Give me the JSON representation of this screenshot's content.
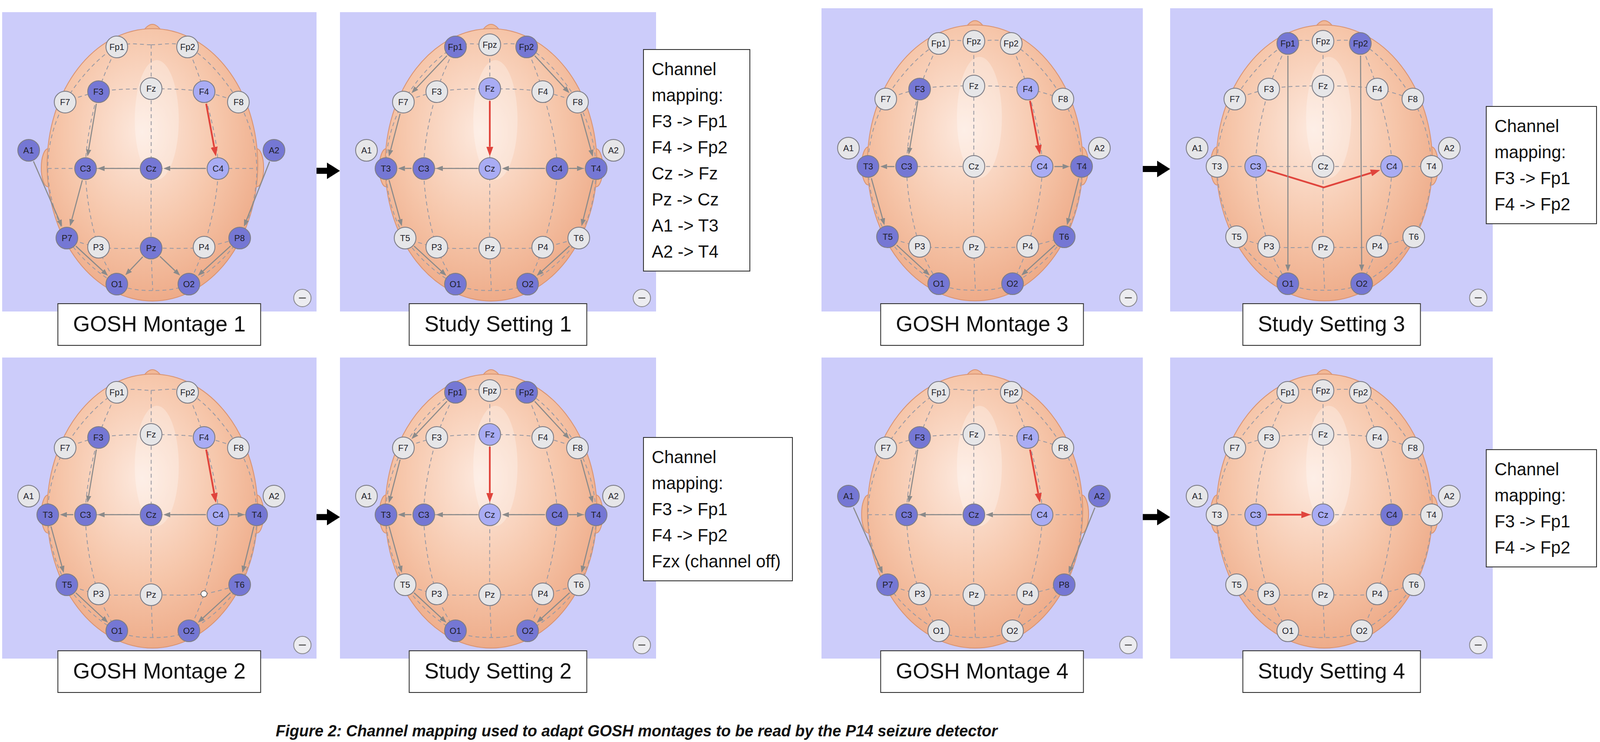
{
  "diagram": {
    "caption": "Figure 2: Channel mapping used to adapt GOSH montages to be read by the P14 seizure detector",
    "nodes": [
      {
        "text": [
          "GOSH Montage 1"
        ]
      },
      {
        "text": [
          "Fp1"
        ],
        "in": 0
      },
      {
        "text": [
          "Fp2"
        ],
        "in": 0
      },
      {
        "text": [
          "F7"
        ],
        "in": 0
      },
      {
        "text": [
          "F3"
        ],
        "in": 0
      },
      {
        "text": [
          "Fz"
        ],
        "in": 0
      },
      {
        "text": [
          "F4"
        ],
        "in": 0
      },
      {
        "text": [
          "F8"
        ],
        "in": 0
      },
      {
        "text": [
          "A1"
        ],
        "in": 0
      },
      {
        "text": [
          "C3"
        ],
        "in": 0
      },
      {
        "text": [
          "Cz"
        ],
        "in": 0
      },
      {
        "text": [
          "C4"
        ],
        "in": 0
      },
      {
        "text": [
          "A2"
        ],
        "in": 0
      },
      {
        "text": [
          "P7"
        ],
        "in": 0
      },
      {
        "text": [
          "P3"
        ],
        "in": 0
      },
      {
        "text": [
          "Pz"
        ],
        "in": 0
      },
      {
        "text": [
          "P4"
        ],
        "in": 0
      },
      {
        "text": [
          "P8"
        ],
        "in": 0
      },
      {
        "text": [
          "O1"
        ],
        "in": 0
      },
      {
        "text": [
          "O2"
        ],
        "in": 0
      },
      {
        "text": [
          "Study Setting 1"
        ]
      },
      {
        "text": [
          "Fp1"
        ],
        "in": 20
      },
      {
        "text": [
          "Fpz"
        ],
        "in": 20
      },
      {
        "text": [
          "Fp2"
        ],
        "in": 20
      },
      {
        "text": [
          "F7"
        ],
        "in": 20
      },
      {
        "text": [
          "F3"
        ],
        "in": 20
      },
      {
        "text": [
          "Fz"
        ],
        "in": 20
      },
      {
        "text": [
          "F4"
        ],
        "in": 20
      },
      {
        "text": [
          "F8"
        ],
        "in": 20
      },
      {
        "text": [
          "A1"
        ],
        "in": 20
      },
      {
        "text": [
          "T3"
        ],
        "in": 20
      },
      {
        "text": [
          "C3"
        ],
        "in": 20
      },
      {
        "text": [
          "Cz"
        ],
        "in": 20
      },
      {
        "text": [
          "C4"
        ],
        "in": 20
      },
      {
        "text": [
          "T4"
        ],
        "in": 20
      },
      {
        "text": [
          "A2"
        ],
        "in": 20
      },
      {
        "text": [
          "T5"
        ],
        "in": 20
      },
      {
        "text": [
          "P3"
        ],
        "in": 20
      },
      {
        "text": [
          "Pz"
        ],
        "in": 20
      },
      {
        "text": [
          "P4"
        ],
        "in": 20
      },
      {
        "text": [
          "T6"
        ],
        "in": 20
      },
      {
        "text": [
          "O1"
        ],
        "in": 20
      },
      {
        "text": [
          "O2"
        ],
        "in": 20
      },
      {
        "text": [
          "Channel mapping:",
          "F3 -> Fp1",
          "F4 -> Fp2",
          "Cz -> Fz",
          "Pz -> Cz",
          "A1 -> T3",
          "A2 -> T4"
        ]
      },
      {
        "text": [
          "GOSH Montage 3"
        ]
      },
      {
        "text": [
          "Fp1"
        ],
        "in": 44
      },
      {
        "text": [
          "Fpz"
        ],
        "in": 44
      },
      {
        "text": [
          "Fp2"
        ],
        "in": 44
      },
      {
        "text": [
          "F7"
        ],
        "in": 44
      },
      {
        "text": [
          "F3"
        ],
        "in": 44
      },
      {
        "text": [
          "Fz"
        ],
        "in": 44
      },
      {
        "text": [
          "F4"
        ],
        "in": 44
      },
      {
        "text": [
          "F8"
        ],
        "in": 44
      },
      {
        "text": [
          "A1"
        ],
        "in": 44
      },
      {
        "text": [
          "T3"
        ],
        "in": 44
      },
      {
        "text": [
          "C3"
        ],
        "in": 44
      },
      {
        "text": [
          "Cz"
        ],
        "in": 44
      },
      {
        "text": [
          "C4"
        ],
        "in": 44
      },
      {
        "text": [
          "T4"
        ],
        "in": 44
      },
      {
        "text": [
          "A2"
        ],
        "in": 44
      },
      {
        "text": [
          "T5"
        ],
        "in": 44
      },
      {
        "text": [
          "P3"
        ],
        "in": 44
      },
      {
        "text": [
          "Pz"
        ],
        "in": 44
      },
      {
        "text": [
          "P4"
        ],
        "in": 44
      },
      {
        "text": [
          "T6"
        ],
        "in": 44
      },
      {
        "text": [
          "O1"
        ],
        "in": 44
      },
      {
        "text": [
          "O2"
        ],
        "in": 44
      },
      {
        "text": [
          "Study Setting 3"
        ]
      },
      {
        "text": [
          "Fp1"
        ],
        "in": 67
      },
      {
        "text": [
          "Fpz"
        ],
        "in": 67
      },
      {
        "text": [
          "Fp2"
        ],
        "in": 67
      },
      {
        "text": [
          "F7"
        ],
        "in": 67
      },
      {
        "text": [
          "F3"
        ],
        "in": 67
      },
      {
        "text": [
          "Fz"
        ],
        "in": 67
      },
      {
        "text": [
          "F4"
        ],
        "in": 67
      },
      {
        "text": [
          "F8"
        ],
        "in": 67
      },
      {
        "text": [
          "A1"
        ],
        "in": 67
      },
      {
        "text": [
          "T3"
        ],
        "in": 67
      },
      {
        "text": [
          "C3"
        ],
        "in": 67
      },
      {
        "text": [
          "Cz"
        ],
        "in": 67
      },
      {
        "text": [
          "C4"
        ],
        "in": 67
      },
      {
        "text": [
          "T4"
        ],
        "in": 67
      },
      {
        "text": [
          "A2"
        ],
        "in": 67
      },
      {
        "text": [
          "T5"
        ],
        "in": 67
      },
      {
        "text": [
          "P3"
        ],
        "in": 67
      },
      {
        "text": [
          "Pz"
        ],
        "in": 67
      },
      {
        "text": [
          "P4"
        ],
        "in": 67
      },
      {
        "text": [
          "T6"
        ],
        "in": 67
      },
      {
        "text": [
          "O1"
        ],
        "in": 67
      },
      {
        "text": [
          "O2"
        ],
        "in": 67
      },
      {
        "text": [
          "Channel mapping:",
          "F3 -> Fp1",
          "F4 -> Fp2"
        ]
      },
      {
        "text": [
          "GOSH Montage 2"
        ]
      },
      {
        "text": [
          "Fp1"
        ],
        "in": 91
      },
      {
        "text": [
          "Fp2"
        ],
        "in": 91
      },
      {
        "text": [
          "F7"
        ],
        "in": 91
      },
      {
        "text": [
          "F3"
        ],
        "in": 91
      },
      {
        "text": [
          "Fz"
        ],
        "in": 91
      },
      {
        "text": [
          "F4"
        ],
        "in": 91
      },
      {
        "text": [
          "F8"
        ],
        "in": 91
      },
      {
        "text": [
          "A1"
        ],
        "in": 91
      },
      {
        "text": [
          "T3"
        ],
        "in": 91
      },
      {
        "text": [
          "C3"
        ],
        "in": 91
      },
      {
        "text": [
          "Cz"
        ],
        "in": 91
      },
      {
        "text": [
          "C4"
        ],
        "in": 91
      },
      {
        "text": [
          "T4"
        ],
        "in": 91
      },
      {
        "text": [
          "A2"
        ],
        "in": 91
      },
      {
        "text": [
          "T5"
        ],
        "in": 91
      },
      {
        "text": [
          "P3"
        ],
        "in": 91
      },
      {
        "text": [
          "Pz"
        ],
        "in": 91
      },
      {
        "text": [
          "T6"
        ],
        "in": 91
      },
      {
        "text": [
          "O1"
        ],
        "in": 91
      },
      {
        "text": [
          "O2"
        ],
        "in": 91
      },
      {
        "text": [
          "Study Setting 2"
        ]
      },
      {
        "text": [
          "Fp1"
        ],
        "in": 112
      },
      {
        "text": [
          "Fpz"
        ],
        "in": 112
      },
      {
        "text": [
          "Fp2"
        ],
        "in": 112
      },
      {
        "text": [
          "F7"
        ],
        "in": 112
      },
      {
        "text": [
          "F3"
        ],
        "in": 112
      },
      {
        "text": [
          "Fz"
        ],
        "in": 112
      },
      {
        "text": [
          "F4"
        ],
        "in": 112
      },
      {
        "text": [
          "F8"
        ],
        "in": 112
      },
      {
        "text": [
          "A1"
        ],
        "in": 112
      },
      {
        "text": [
          "T3"
        ],
        "in": 112
      },
      {
        "text": [
          "C3"
        ],
        "in": 112
      },
      {
        "text": [
          "Cz"
        ],
        "in": 112
      },
      {
        "text": [
          "C4"
        ],
        "in": 112
      },
      {
        "text": [
          "T4"
        ],
        "in": 112
      },
      {
        "text": [
          "A2"
        ],
        "in": 112
      },
      {
        "text": [
          "T5"
        ],
        "in": 112
      },
      {
        "text": [
          "P3"
        ],
        "in": 112
      },
      {
        "text": [
          "Pz"
        ],
        "in": 112
      },
      {
        "text": [
          "P4"
        ],
        "in": 112
      },
      {
        "text": [
          "T6"
        ],
        "in": 112
      },
      {
        "text": [
          "O1"
        ],
        "in": 112
      },
      {
        "text": [
          "O2"
        ],
        "in": 112
      },
      {
        "text": [
          "Channel mapping:",
          "F3 -> Fp1",
          "F4 -> Fp2",
          "Fzx (channel off)"
        ]
      },
      {
        "text": [
          "GOSH Montage 4"
        ]
      },
      {
        "text": [
          "Fp1"
        ],
        "in": 136
      },
      {
        "text": [
          "Fp2"
        ],
        "in": 136
      },
      {
        "text": [
          "F7"
        ],
        "in": 136
      },
      {
        "text": [
          "F3"
        ],
        "in": 136
      },
      {
        "text": [
          "Fz"
        ],
        "in": 136
      },
      {
        "text": [
          "F4"
        ],
        "in": 136
      },
      {
        "text": [
          "F8"
        ],
        "in": 136
      },
      {
        "text": [
          "A1"
        ],
        "in": 136
      },
      {
        "text": [
          "C3"
        ],
        "in": 136
      },
      {
        "text": [
          "Cz"
        ],
        "in": 136
      },
      {
        "text": [
          "C4"
        ],
        "in": 136
      },
      {
        "text": [
          "A2"
        ],
        "in": 136
      },
      {
        "text": [
          "P7"
        ],
        "in": 136
      },
      {
        "text": [
          "P3"
        ],
        "in": 136
      },
      {
        "text": [
          "Pz"
        ],
        "in": 136
      },
      {
        "text": [
          "P4"
        ],
        "in": 136
      },
      {
        "text": [
          "P8"
        ],
        "in": 136
      },
      {
        "text": [
          "O1"
        ],
        "in": 136
      },
      {
        "text": [
          "O2"
        ],
        "in": 136
      },
      {
        "text": [
          "Study Setting 4"
        ]
      },
      {
        "text": [
          "Fp1"
        ],
        "in": 156
      },
      {
        "text": [
          "Fpz"
        ],
        "in": 156
      },
      {
        "text": [
          "Fp2"
        ],
        "in": 156
      },
      {
        "text": [
          "F7"
        ],
        "in": 156
      },
      {
        "text": [
          "F3"
        ],
        "in": 156
      },
      {
        "text": [
          "Fz"
        ],
        "in": 156
      },
      {
        "text": [
          "F4"
        ],
        "in": 156
      },
      {
        "text": [
          "F8"
        ],
        "in": 156
      },
      {
        "text": [
          "A1"
        ],
        "in": 156
      },
      {
        "text": [
          "T3"
        ],
        "in": 156
      },
      {
        "text": [
          "C3"
        ],
        "in": 156
      },
      {
        "text": [
          "Cz"
        ],
        "in": 156
      },
      {
        "text": [
          "C4"
        ],
        "in": 156
      },
      {
        "text": [
          "T4"
        ],
        "in": 156
      },
      {
        "text": [
          "A2"
        ],
        "in": 156
      },
      {
        "text": [
          "T5"
        ],
        "in": 156
      },
      {
        "text": [
          "P3"
        ],
        "in": 156
      },
      {
        "text": [
          "Pz"
        ],
        "in": 156
      },
      {
        "text": [
          "P4"
        ],
        "in": 156
      },
      {
        "text": [
          "T6"
        ],
        "in": 156
      },
      {
        "text": [
          "O1"
        ],
        "in": 156
      },
      {
        "text": [
          "O2"
        ],
        "in": 156
      },
      {
        "text": [
          "Channel mapping:",
          "F3 -> Fp1",
          "F4 -> Fp2"
        ]
      }
    ],
    "edges": [
      {
        "from": 0,
        "to": 20,
        "arrow": "to"
      },
      {
        "from": 44,
        "to": 67,
        "arrow": "to"
      },
      {
        "from": 91,
        "to": 112,
        "arrow": "to"
      },
      {
        "from": 136,
        "to": 156,
        "arrow": "to"
      },
      {
        "from": 4,
        "to": 9,
        "arrow": "to"
      },
      {
        "from": 6,
        "to": 11,
        "arrow": "to"
      },
      {
        "from": 11,
        "to": 10,
        "arrow": "to"
      },
      {
        "from": 10,
        "to": 9,
        "arrow": "to"
      },
      {
        "from": 9,
        "to": 13,
        "arrow": "to"
      },
      {
        "from": 13,
        "to": 18,
        "arrow": "to"
      },
      {
        "from": 15,
        "to": 18,
        "arrow": "to"
      },
      {
        "from": 15,
        "to": 19,
        "arrow": "to"
      },
      {
        "from": 17,
        "to": 19,
        "arrow": "to"
      },
      {
        "from": 8,
        "to": 13,
        "arrow": "to"
      },
      {
        "from": 12,
        "to": 17,
        "arrow": "to"
      },
      {
        "from": 21,
        "to": 24,
        "arrow": "to"
      },
      {
        "from": 24,
        "to": 30,
        "arrow": "to"
      },
      {
        "from": 23,
        "to": 28,
        "arrow": "to"
      },
      {
        "from": 28,
        "to": 34,
        "arrow": "to"
      },
      {
        "from": 26,
        "to": 32,
        "arrow": "to"
      },
      {
        "from": 33,
        "to": 32,
        "arrow": "to"
      },
      {
        "from": 32,
        "to": 31,
        "arrow": "to"
      },
      {
        "from": 31,
        "to": 30,
        "arrow": "to"
      },
      {
        "from": 33,
        "to": 34,
        "arrow": "to"
      },
      {
        "from": 30,
        "to": 36,
        "arrow": "to"
      },
      {
        "from": 36,
        "to": 41,
        "arrow": "to"
      },
      {
        "from": 34,
        "to": 40,
        "arrow": "to"
      },
      {
        "from": 40,
        "to": 42,
        "arrow": "to"
      },
      {
        "from": 49,
        "to": 55,
        "arrow": "to"
      },
      {
        "from": 51,
        "to": 57,
        "arrow": "to"
      },
      {
        "from": 55,
        "to": 54,
        "arrow": "to"
      },
      {
        "from": 57,
        "to": 58,
        "arrow": "to"
      },
      {
        "from": 54,
        "to": 60,
        "arrow": "to"
      },
      {
        "from": 58,
        "to": 64,
        "arrow": "to"
      },
      {
        "from": 60,
        "to": 65,
        "arrow": "to"
      },
      {
        "from": 64,
        "to": 66,
        "arrow": "to"
      },
      {
        "from": 78,
        "to": 80,
        "arrow": "to"
      },
      {
        "from": 68,
        "to": 88,
        "arrow": "to"
      },
      {
        "from": 70,
        "to": 89,
        "arrow": "to"
      },
      {
        "from": 95,
        "to": 101,
        "arrow": "to"
      },
      {
        "from": 97,
        "to": 103,
        "arrow": "to"
      },
      {
        "from": 103,
        "to": 102,
        "arrow": "to"
      },
      {
        "from": 102,
        "to": 101,
        "arrow": "to"
      },
      {
        "from": 101,
        "to": 100,
        "arrow": "to"
      },
      {
        "from": 103,
        "to": 104,
        "arrow": "to"
      },
      {
        "from": 100,
        "to": 106,
        "arrow": "to"
      },
      {
        "from": 104,
        "to": 109,
        "arrow": "to"
      },
      {
        "from": 106,
        "to": 110,
        "arrow": "to"
      },
      {
        "from": 109,
        "to": 111,
        "arrow": "to"
      },
      {
        "from": 113,
        "to": 116,
        "arrow": "to"
      },
      {
        "from": 116,
        "to": 122,
        "arrow": "to"
      },
      {
        "from": 115,
        "to": 120,
        "arrow": "to"
      },
      {
        "from": 120,
        "to": 126,
        "arrow": "to"
      },
      {
        "from": 118,
        "to": 124,
        "arrow": "to"
      },
      {
        "from": 125,
        "to": 124,
        "arrow": "to"
      },
      {
        "from": 124,
        "to": 123,
        "arrow": "to"
      },
      {
        "from": 123,
        "to": 122,
        "arrow": "to"
      },
      {
        "from": 125,
        "to": 126,
        "arrow": "to"
      },
      {
        "from": 122,
        "to": 128,
        "arrow": "to"
      },
      {
        "from": 128,
        "to": 133,
        "arrow": "to"
      },
      {
        "from": 126,
        "to": 132,
        "arrow": "to"
      },
      {
        "from": 132,
        "to": 134,
        "arrow": "to"
      },
      {
        "from": 140,
        "to": 145,
        "arrow": "to"
      },
      {
        "from": 142,
        "to": 147,
        "arrow": "to"
      },
      {
        "from": 147,
        "to": 146,
        "arrow": "to"
      },
      {
        "from": 146,
        "to": 145,
        "arrow": "to"
      },
      {
        "from": 144,
        "to": 149,
        "arrow": "to"
      },
      {
        "from": 148,
        "to": 153,
        "arrow": "to"
      },
      {
        "from": 167,
        "to": 168,
        "arrow": "to"
      }
    ]
  }
}
